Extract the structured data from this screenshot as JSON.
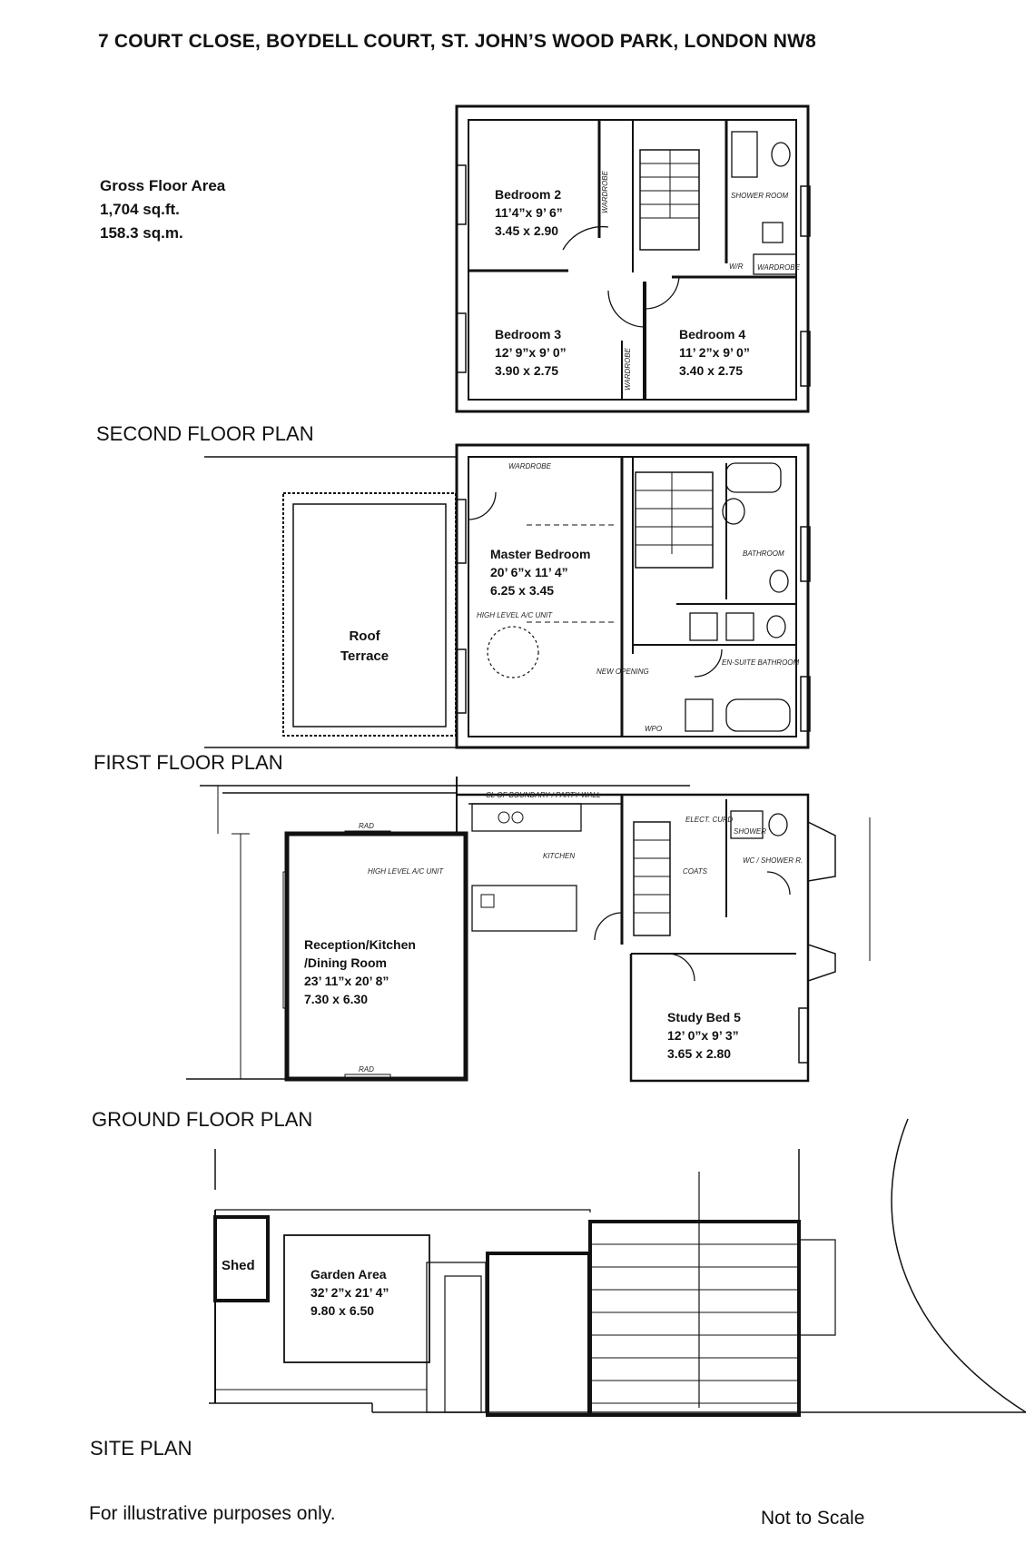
{
  "title": "7 COURT CLOSE, BOYDELL COURT, ST. JOHN’S WOOD PARK, LONDON NW8",
  "gross_floor_area": {
    "label": "Gross Floor Area",
    "sqft": "1,704 sq.ft.",
    "sqm": "158.3 sq.m."
  },
  "plans": {
    "second": {
      "title": "SECOND FLOOR PLAN",
      "rooms": [
        {
          "name": "Bedroom 2",
          "imperial": "11’4”x 9’ 6”",
          "metric": "3.45 x 2.90"
        },
        {
          "name": "Bedroom 3",
          "imperial": "12’ 9”x 9’ 0”",
          "metric": "3.90 x 2.75"
        },
        {
          "name": "Bedroom 4",
          "imperial": "11’ 2”x 9’ 0”",
          "metric": "3.40 x 2.75"
        }
      ],
      "notes": [
        "WARDROBE",
        "SHOWER ROOM",
        "W/R",
        "WARDROBE",
        "WARDROBE"
      ]
    },
    "first": {
      "title": "FIRST FLOOR PLAN",
      "rooms": [
        {
          "name": "Master Bedroom",
          "imperial": "20’ 6”x 11’ 4”",
          "metric": "6.25 x 3.45"
        }
      ],
      "terrace": [
        "Roof",
        "Terrace"
      ],
      "notes": [
        "WARDROBE",
        "HIGH LEVEL A/C UNIT",
        "BATHROOM",
        "EN-SUITE BATHROOM",
        "NEW OPENING",
        "WPO"
      ]
    },
    "ground": {
      "title": "GROUND FLOOR PLAN",
      "rooms": [
        {
          "name": "Reception/Kitchen",
          "name2": "/Dining Room",
          "imperial": "23’ 11”x 20’ 8”",
          "metric": "7.30 x 6.30"
        },
        {
          "name": "Study Bed 5",
          "imperial": "12’ 0”x 9’ 3”",
          "metric": "3.65 x 2.80"
        }
      ],
      "notes": [
        "CL OF BOUNDARY / PARTY WALL",
        "KITCHEN",
        "HIGH LEVEL A/C UNIT",
        "ELECT. CUPD",
        "COATS",
        "SHOWER",
        "WC / SHOWER R.",
        "RAD",
        "RAD"
      ]
    },
    "site": {
      "title": "SITE PLAN",
      "shed": "Shed",
      "garden": {
        "name": "Garden Area",
        "imperial": "32’ 2”x 21’ 4”",
        "metric": "9.80 x 6.50"
      }
    }
  },
  "footer": {
    "left": "For illustrative purposes only.",
    "right": "Not to Scale"
  }
}
